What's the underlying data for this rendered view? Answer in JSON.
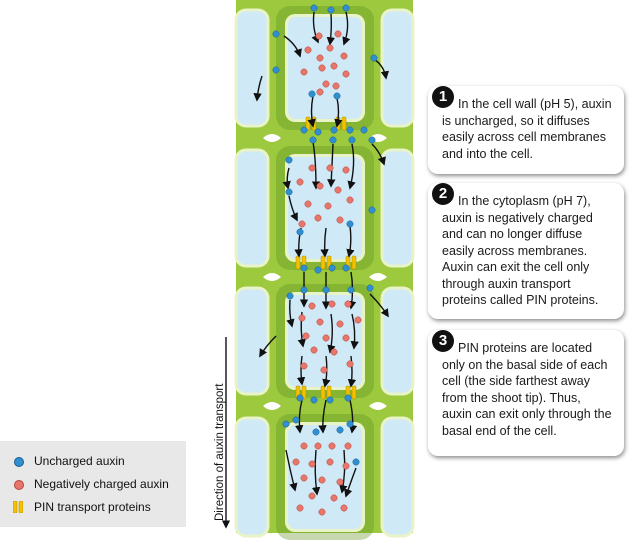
{
  "callouts": [
    {
      "number": "1",
      "text": "In the cell wall (pH 5), auxin is uncharged, so it diffuses easily across cell membranes and into the cell."
    },
    {
      "number": "2",
      "text": "In the cytoplasm (pH 7), auxin is negatively charged and can no longer diffuse easily across membranes. Auxin can exit the cell only through auxin transport proteins called PIN proteins."
    },
    {
      "number": "3",
      "text": "PIN proteins are located only on the basal side of each cell (the side farthest away from the shoot tip). Thus, auxin can exit only through the basal end of the cell."
    }
  ],
  "legend": {
    "uncharged": "Uncharged auxin",
    "charged": "Negatively charged auxin",
    "pin": "PIN transport proteins"
  },
  "axis_label": "Direction of auxin transport",
  "colors": {
    "cell_wall": "#9cc93e",
    "cell_wall_dark": "#5e8f1f",
    "cytoplasm": "#cfe9f7",
    "vacuole_edge": "#e9f3c8",
    "uncharged_auxin": "#2f8fd0",
    "charged_auxin": "#e8766a",
    "pin_protein": "#f2c200"
  }
}
